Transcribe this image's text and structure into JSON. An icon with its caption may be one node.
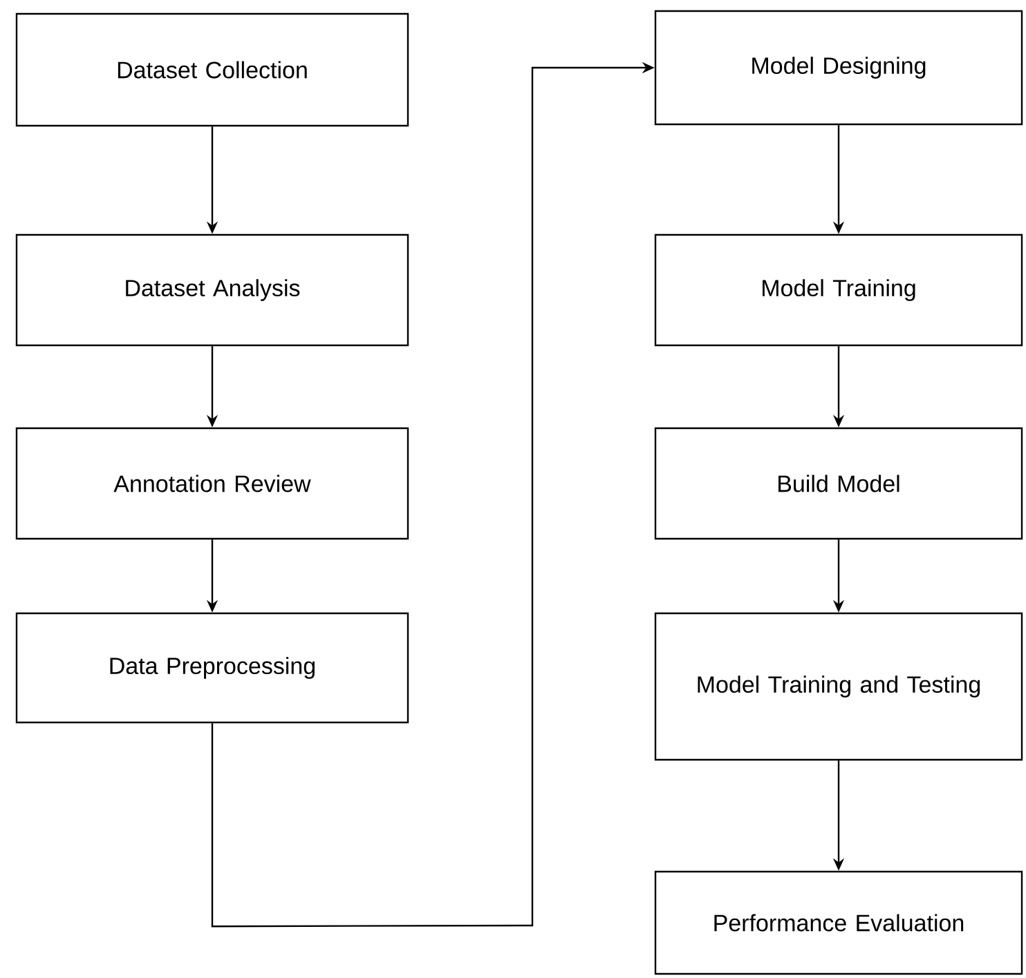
{
  "diagram": {
    "nodes": [
      {
        "text": [
          "Dataset Collection"
        ]
      },
      {
        "text": [
          "Dataset Analysis"
        ]
      },
      {
        "text": [
          "Annotation Review"
        ]
      },
      {
        "text": [
          "Data Preprocessing"
        ]
      },
      {
        "text": [
          "Model Designing"
        ]
      },
      {
        "text": [
          "Model Training"
        ]
      },
      {
        "text": [
          "Build Model"
        ]
      },
      {
        "text": [
          "Model Training and Testing"
        ]
      },
      {
        "text": [
          "Performance Evaluation"
        ]
      }
    ],
    "edges": [
      {
        "from": 0,
        "to": 1,
        "arrow": "to"
      },
      {
        "from": 1,
        "to": 2,
        "arrow": "to"
      },
      {
        "from": 2,
        "to": 3,
        "arrow": "to"
      },
      {
        "from": 3,
        "to": 4,
        "arrow": "to"
      },
      {
        "from": 4,
        "to": 5,
        "arrow": "to"
      },
      {
        "from": 5,
        "to": 6,
        "arrow": "to"
      },
      {
        "from": 6,
        "to": 7,
        "arrow": "to"
      },
      {
        "from": 7,
        "to": 8,
        "arrow": "to"
      }
    ]
  }
}
